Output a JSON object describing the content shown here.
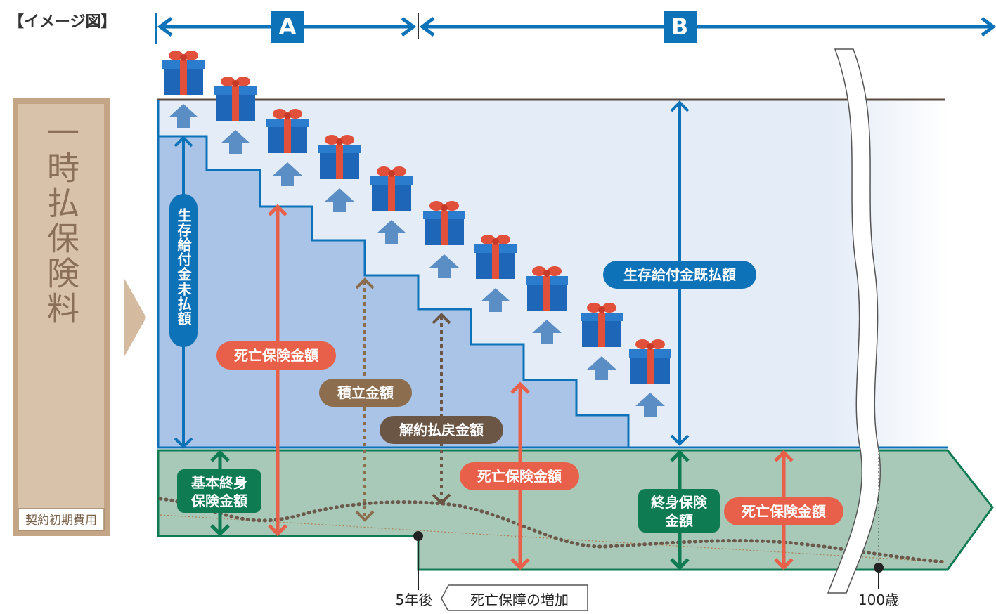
{
  "header": {
    "label": "【イメージ図】"
  },
  "periods": {
    "a": "A",
    "b": "B"
  },
  "premium": {
    "label": "一時払保険料",
    "fee_label": "契約初期費用"
  },
  "labels": {
    "unpaid_survival_benefit": "生存給付金未払額",
    "death_benefit": "死亡保険金額",
    "accumulation": "積立金額",
    "surrender_value": "解約払戻金額",
    "basic_whole_life": "基本終身保険金額",
    "paid_survival_benefit": "生存給付金既払額",
    "whole_life_sum": "終身保険金額"
  },
  "timeline": {
    "five_years": "5年後",
    "death_coverage_increase": "死亡保障の増加",
    "age_100": "100歳"
  },
  "icons": [
    "gift-icon",
    "up-arrow-icon",
    "wavy-break-icon",
    "chevron-right-icon"
  ],
  "colors": {
    "blue": "#0e72b8",
    "light_blue_bg": "#e4ecf7",
    "step_blue": "#a9c4e6",
    "green": "#0e7b53",
    "green_fill": "#a8c8b8",
    "red": "#e9604a",
    "brown": "#8c6d4e",
    "dark_brown": "#6b5545",
    "premium_tan": "#d4bba0"
  }
}
